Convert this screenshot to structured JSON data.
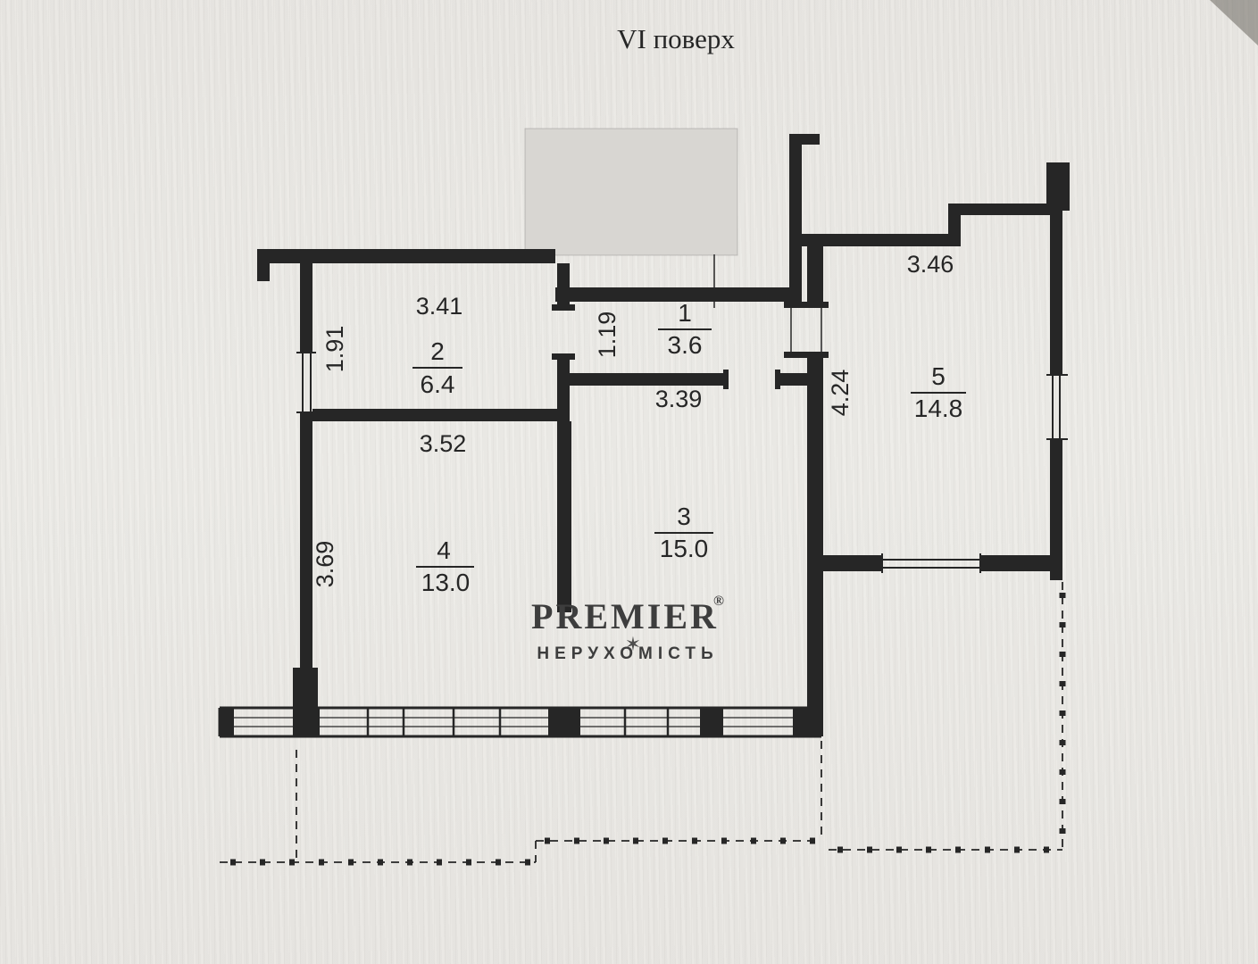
{
  "page": {
    "title": "VI поверх"
  },
  "plan": {
    "rooms": [
      {
        "number": "1",
        "area": "3.6"
      },
      {
        "number": "2",
        "area": "6.4"
      },
      {
        "number": "3",
        "area": "15.0"
      },
      {
        "number": "4",
        "area": "13.0"
      },
      {
        "number": "5",
        "area": "14.8"
      }
    ],
    "dimensions": {
      "room2_width": "3.41",
      "room2_height": "1.91",
      "room1_height": "1.19",
      "room3_width": "3.39",
      "room5_width": "3.46",
      "room5_height": "4.24",
      "room4_width": "3.52",
      "room4_height": "3.69"
    }
  },
  "watermark": {
    "brand": "PREMIER",
    "reg": "®",
    "subtitle": "НЕРУХОМІСТЬ"
  },
  "icons": {
    "watermark_mark": "✶"
  },
  "colors": {
    "paper": "#e9e7e3",
    "paper2": "#edecE8",
    "ink": "#262626",
    "redaction": "#d8d6d2",
    "watermark": "#3d3d3d",
    "photoedge": "#6b6861"
  }
}
